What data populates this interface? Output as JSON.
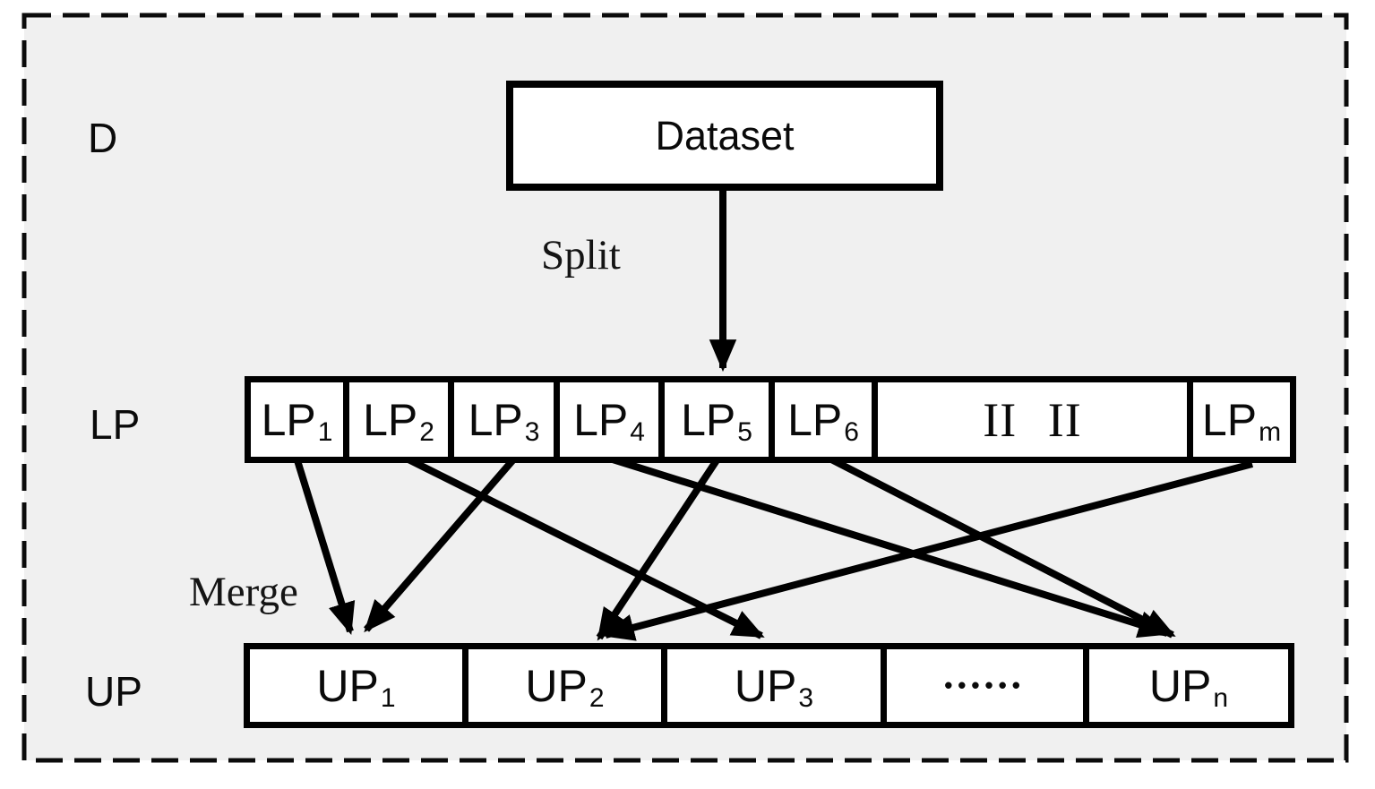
{
  "colors": {
    "background_panel": "#f0f0f0",
    "line": "#000000",
    "box_fill": "#ffffff"
  },
  "labels": {
    "d": "D",
    "lp": "LP",
    "up": "UP",
    "split": "Split",
    "merge": "Merge"
  },
  "dataset": {
    "label": "Dataset"
  },
  "lp_row": {
    "cells": [
      {
        "base": "LP",
        "sub": "1"
      },
      {
        "base": "LP",
        "sub": "2"
      },
      {
        "base": "LP",
        "sub": "3"
      },
      {
        "base": "LP",
        "sub": "4"
      },
      {
        "base": "LP",
        "sub": "5"
      },
      {
        "base": "LP",
        "sub": "6"
      },
      {
        "base": "II II",
        "kind": "roman"
      },
      {
        "base": "LP",
        "sub": "m"
      }
    ]
  },
  "up_row": {
    "cells": [
      {
        "base": "UP",
        "sub": "1"
      },
      {
        "base": "UP",
        "sub": "2"
      },
      {
        "base": "UP",
        "sub": "3"
      },
      {
        "base": "••••••",
        "kind": "dots"
      },
      {
        "base": "UP",
        "sub": "n"
      }
    ]
  },
  "edges": [
    {
      "from": "Dataset",
      "to": "LP row",
      "label": "Split"
    },
    {
      "from": "LP1",
      "to": "UP1",
      "label": "Merge"
    },
    {
      "from": "LP2",
      "to": "UP3",
      "label": "Merge"
    },
    {
      "from": "LP3",
      "to": "UP1",
      "label": "Merge"
    },
    {
      "from": "LP4",
      "to": "UPn",
      "label": "Merge"
    },
    {
      "from": "LP5",
      "to": "UP2",
      "label": "Merge"
    },
    {
      "from": "LP6",
      "to": "UPn",
      "label": "Merge"
    },
    {
      "from": "LPm",
      "to": "UP2",
      "label": "Merge"
    }
  ]
}
